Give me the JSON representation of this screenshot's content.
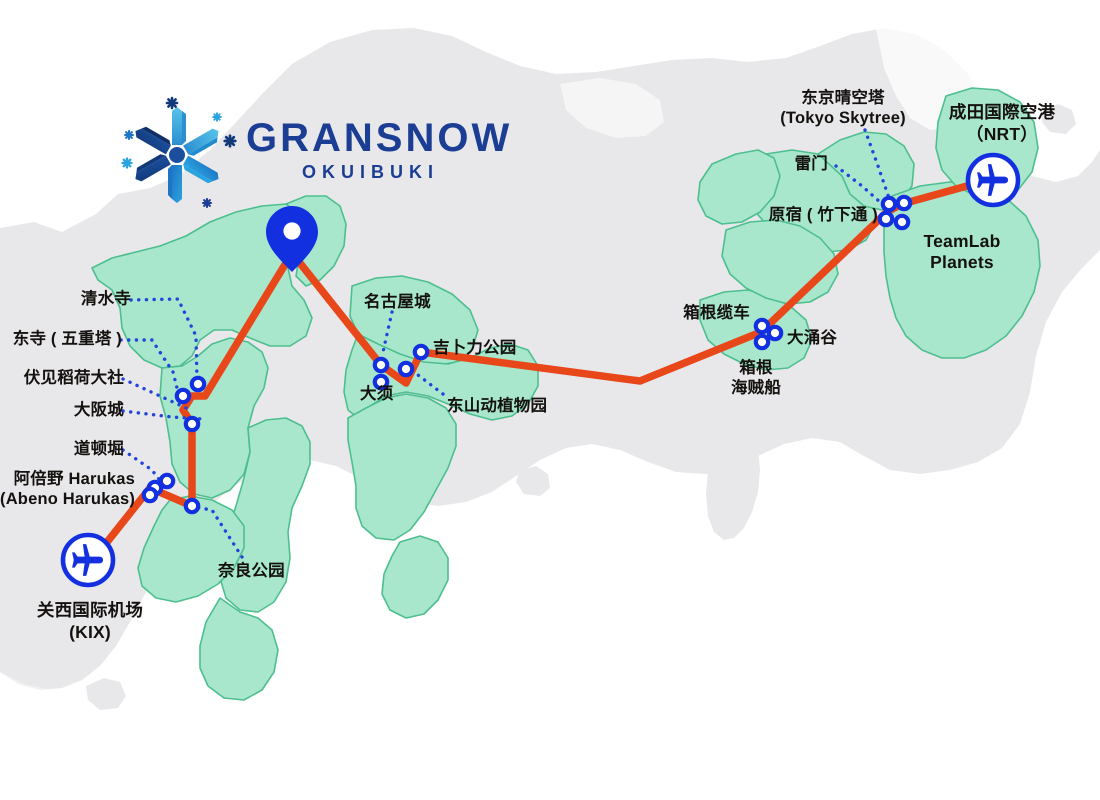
{
  "brand": {
    "name": "GRANSNOW",
    "sub": "OKUIBUKI",
    "text_color": "#1b3e94",
    "snowflake_icon": "snowflake-icon"
  },
  "map": {
    "type": "route-map",
    "region": "Central Japan (Kansai - Chubu - Kanto)",
    "background_color": "#ffffff",
    "land_color": "#e8e8ea",
    "highlight_color": "#a9e7cd",
    "highlight_stroke": "#4dbf8f",
    "route_color": "#e8471a",
    "node_color": "#1230e0",
    "node_fill": "#ffffff",
    "leader_color": "#2244dd",
    "pin_color": "#1230e0"
  },
  "destination_pin": {
    "name": "gransnow-okuibuki-pin",
    "icon": "map-pin-icon"
  },
  "airports": [
    {
      "id": "kix",
      "icon": "airport-icon",
      "label_line1": "关西国际机场",
      "label_line2": "(KIX)"
    },
    {
      "id": "nrt",
      "icon": "airport-icon",
      "label_line1": "成田国際空港",
      "label_line2": "（NRT）"
    }
  ],
  "landmarks": [
    {
      "id": "kiyomizu",
      "label": "清水寺",
      "area": "kansai"
    },
    {
      "id": "toji",
      "label": "东寺 ( 五重塔 )",
      "area": "kansai"
    },
    {
      "id": "fushimi-inari",
      "label": "伏见稻荷大社",
      "area": "kansai"
    },
    {
      "id": "osaka-castle",
      "label": "大阪城",
      "area": "kansai"
    },
    {
      "id": "dotonbori",
      "label": "道顿堀",
      "area": "kansai"
    },
    {
      "id": "abeno-harukas",
      "label": "阿倍野 Harukas\n(Abeno Harukas)",
      "area": "kansai"
    },
    {
      "id": "nara-park",
      "label": "奈良公园",
      "area": "kansai"
    },
    {
      "id": "nagoya-castle",
      "label": "名古屋城",
      "area": "chubu"
    },
    {
      "id": "osu",
      "label": "大须",
      "area": "chubu"
    },
    {
      "id": "ghibli-park",
      "label": "吉卜力公园",
      "area": "chubu"
    },
    {
      "id": "higashiyama",
      "label": "东山动植物园",
      "area": "chubu"
    },
    {
      "id": "hakone-ropeway",
      "label": "箱根缆车",
      "area": "hakone"
    },
    {
      "id": "owakudani",
      "label": "大涌谷",
      "area": "hakone"
    },
    {
      "id": "hakone-pirate",
      "label": "箱根\n海贼船",
      "area": "hakone"
    },
    {
      "id": "tokyo-skytree",
      "label": "东京晴空塔\n(Tokyo Skytree)",
      "area": "kanto"
    },
    {
      "id": "kaminarimon",
      "label": "雷门",
      "area": "kanto"
    },
    {
      "id": "harajuku",
      "label": "原宿 ( 竹下通 )",
      "area": "kanto"
    },
    {
      "id": "teamlab",
      "label": "TeamLab\nPlanets",
      "area": "kanto"
    }
  ]
}
